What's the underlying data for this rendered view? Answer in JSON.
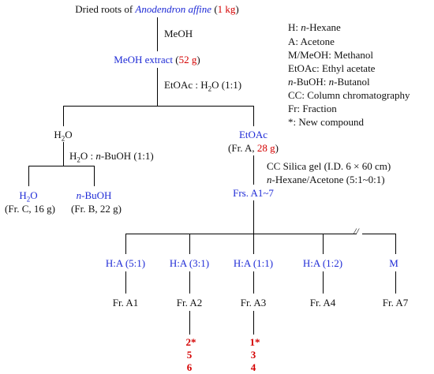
{
  "start": {
    "prefix": "Dried roots of ",
    "plant": "Anodendron affine",
    "qty_open": " (",
    "qty": "1 kg",
    "qty_close": ")"
  },
  "step1": {
    "reagent": "MeOH"
  },
  "extract": {
    "label": "MeOH extract",
    "open": " (",
    "qty": "52 g",
    "close": ")"
  },
  "step2": {
    "left": "EtOAc : H",
    "sub": "2",
    "right": "O (1:1)"
  },
  "water_phase": {
    "label": "H",
    "sub": "2",
    "tail": "O"
  },
  "etoac_phase": {
    "label": "EtOAc",
    "fr_open": "(Fr. A, ",
    "qty": "28 g",
    "fr_close": ")"
  },
  "step3": {
    "left": "H",
    "sub": "2",
    "mid": "O : ",
    "butanol": "n",
    "right": "-BuOH (1:1)"
  },
  "water_final": {
    "label": "H",
    "sub": "2",
    "tail": "O",
    "fr": "(Fr. C, 16 g)"
  },
  "buoh_final": {
    "italic": "n",
    "label": "-BuOH",
    "fr": "(Fr. B, 22 g)"
  },
  "cc": {
    "line1": "CC Silica gel (I.D. 6 × 60 cm)",
    "line2_italic": "n",
    "line2": "-Hexane/Acetone (5:1~0:1)"
  },
  "frs": {
    "label": "Frs. A1~7"
  },
  "branches": [
    {
      "solvent": "H:A (5:1)",
      "fraction": "Fr. A1"
    },
    {
      "solvent": "H:A (3:1)",
      "fraction": "Fr. A2"
    },
    {
      "solvent": "H:A (1:1)",
      "fraction": "Fr. A3"
    },
    {
      "solvent": "H:A (1:2)",
      "fraction": "Fr. A4"
    },
    {
      "solvent": "M",
      "fraction": "Fr. A7"
    }
  ],
  "compounds_a2": [
    "2*",
    "5",
    "6"
  ],
  "compounds_a3": [
    "1*",
    "3",
    "4"
  ],
  "break_mark": "//",
  "legend": [
    {
      "key": "H: ",
      "italic": "n",
      "val": "-Hexane"
    },
    {
      "key": "A: ",
      "italic": "",
      "val": "Acetone"
    },
    {
      "key": "M/MeOH: ",
      "italic": "",
      "val": "Methanol"
    },
    {
      "key": "EtOAc: ",
      "italic": "",
      "val": "Ethyl acetate"
    },
    {
      "key": "",
      "italic": "n",
      "val": "-BuOH: ",
      "val2": "n",
      "val3": "-Butanol"
    },
    {
      "key": "CC: ",
      "italic": "",
      "val": "Column chromatography"
    },
    {
      "key": "Fr: ",
      "italic": "",
      "val": "Fraction"
    },
    {
      "key": "*: ",
      "italic": "",
      "val": "New compound"
    }
  ]
}
